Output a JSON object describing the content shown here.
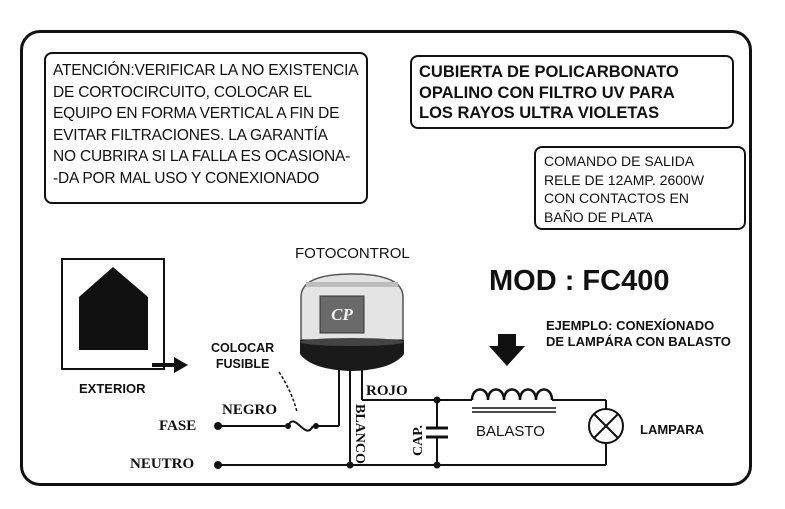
{
  "attention": [
    "ATENCIÓN:VERIFICAR LA NO EXISTENCIA",
    "DE CORTOCIRCUITO, COLOCAR EL",
    "EQUIPO EN  FORMA VERTICAL A FIN DE",
    "EVITAR  FILTRACIONES. LA GARANTÍA",
    "NO CUBRIRA SI LA FALLA ES OCASIONA-",
    "-DA POR MAL  USO  Y  CONEXIONADO"
  ],
  "cover": [
    "CUBIERTA DE POLICARBONATO",
    "OPALINO CON FILTRO UV PARA",
    "LOS  RAYOS  ULTRA VIOLETAS"
  ],
  "relay": [
    "COMANDO  DE  SALIDA",
    "RELE DE 12AMP. 2600W",
    "CON  CONTACTOS  EN",
    "BAÑO DE PLATA"
  ],
  "fotocontrol": "FOTOCONTROL",
  "model": "MOD : FC400",
  "example": [
    "EJEMPLO: CONEXÍONADO",
    "DE LAMPÁRA CON BALASTO"
  ],
  "exterior": "EXTERIOR",
  "fuse_note": [
    "COLOCAR",
    "FUSIBLE"
  ],
  "fase": "FASE",
  "neutro": "NEUTRO",
  "negro": "NEGRO",
  "blanco": "BLANCO",
  "rojo": "ROJO",
  "cap": "CAP.",
  "balasto": "BALASTO",
  "lampara": "LAMPARA",
  "logo_text": "CP"
}
